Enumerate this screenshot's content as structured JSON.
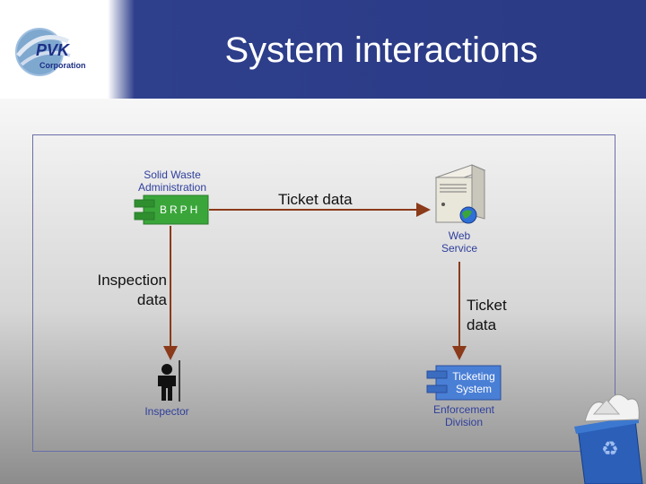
{
  "header": {
    "title": "System interactions",
    "logo_text_1": "PVK",
    "logo_text_2": "Corporation"
  },
  "nodes": {
    "swa_label_1": "Solid Waste",
    "swa_label_2": "Administration",
    "swa_component": "BRPH",
    "web_label_1": "Web",
    "web_label_2": "Service",
    "inspector_label": "Inspector",
    "ticketing_1": "Ticketing",
    "ticketing_2": "System",
    "enforcement_1": "Enforcement",
    "enforcement_2": "Division"
  },
  "flows": {
    "ticket_data_top": "Ticket data",
    "inspection_1": "Inspection",
    "inspection_2": "data",
    "ticket_right_1": "Ticket",
    "ticket_right_2": "data"
  },
  "colors": {
    "header_blue": "#2b3a84",
    "arrow": "#8b3a1a",
    "label_blue": "#2f3f9c",
    "component_green": "#3aa63a",
    "component_blue": "#4a7fd6"
  }
}
